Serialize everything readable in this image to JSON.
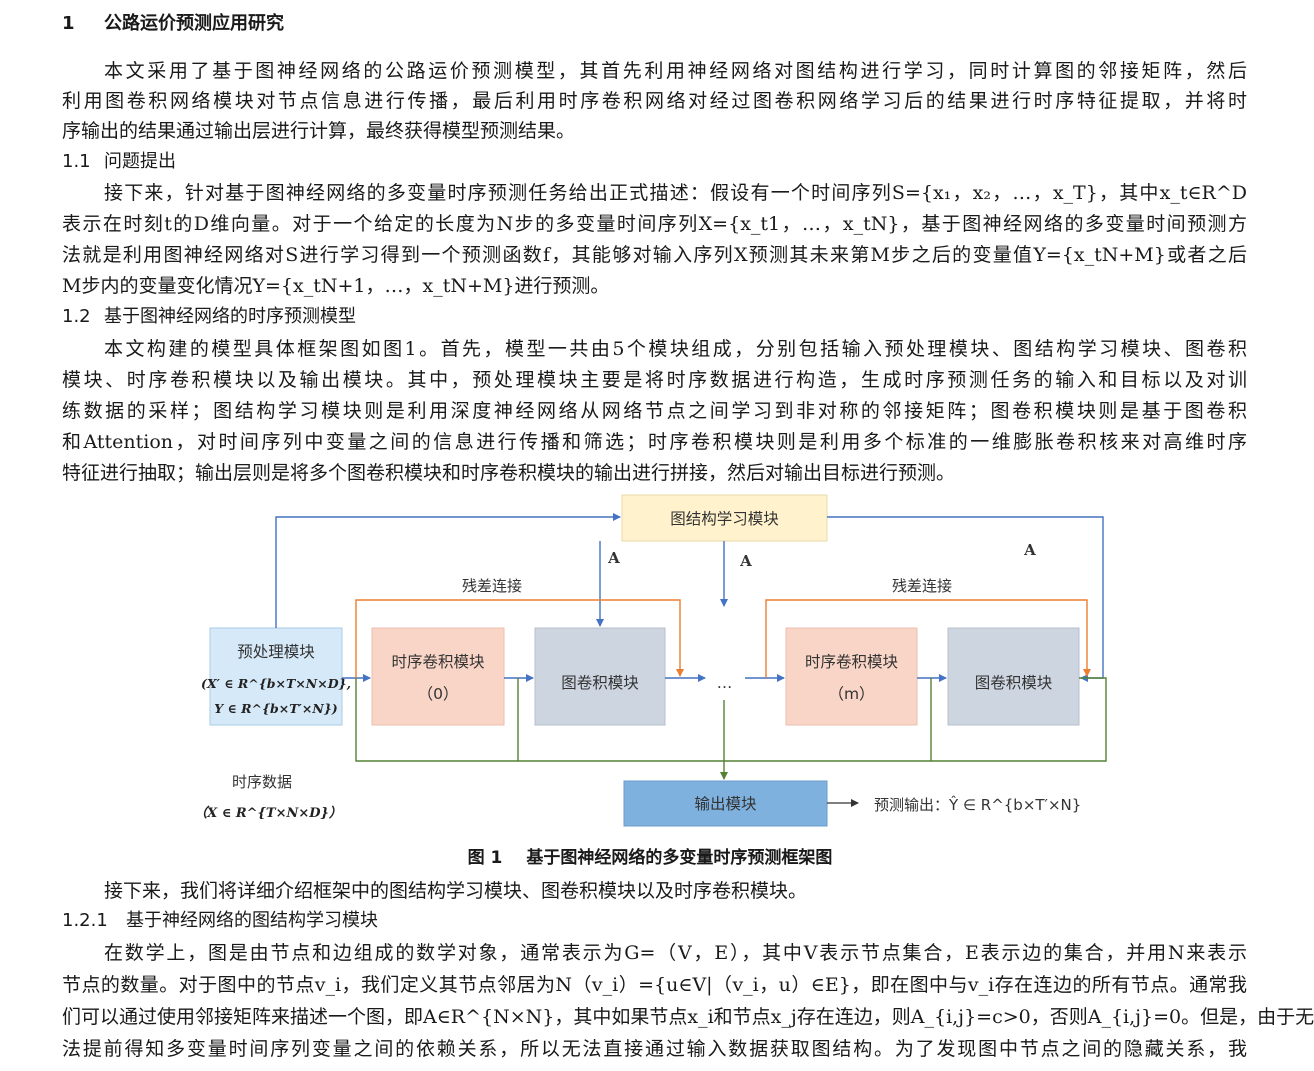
{
  "section1": {
    "num": "1",
    "title": "公路运价预测应用研究"
  },
  "para1": [
    "本文采用了基于图神经网络的公路运价预测模型，其首先利用神经网络对图结构进行学习，同时计算图的邻接矩阵，然后",
    "利用图卷积网络模块对节点信息进行传播，最后利用时序卷积网络对经过图卷积网络学习后的结果进行时序特征提取，并将时",
    "序输出的结果通过输出层进行计算，最终获得模型预测结果。"
  ],
  "section11": {
    "num": "1.1",
    "title": "问题提出"
  },
  "para2": [
    "接下来，针对基于图神经网络的多变量时序预测任务给出正式描述：假设有一个时间序列S={x₁，x₂，…，x_T}，其中x_t∈R^D",
    "表示在时刻t的D维向量。对于一个给定的长度为N步的多变量时间序列X={x_t1，…，x_tN}，基于图神经网络的多变量时间预测方",
    "法就是利用图神经网络对S进行学习得到一个预测函数f，其能够对输入序列X预测其未来第M步之后的变量值Y={x_tN+M}或者之后",
    "M步内的变量变化情况Y={x_tN+1，…，x_tN+M}进行预测。"
  ],
  "section12": {
    "num": "1.2",
    "title": "基于图神经网络的时序预测模型"
  },
  "para3": [
    "本文构建的模型具体框架图如图1。首先，模型一共由5个模块组成，分别包括输入预处理模块、图结构学习模块、图卷积",
    "模块、时序卷积模块以及输出模块。其中，预处理模块主要是将时序数据进行构造，生成时序预测任务的输入和目标以及对训",
    "练数据的采样；图结构学习模块则是利用深度神经网络从网络节点之间学习到非对称的邻接矩阵；图卷积模块则是基于图卷积",
    "和Attention，对时间序列中变量之间的信息进行传播和筛选；时序卷积模块则是利用多个标准的一维膨胀卷积核来对高维时序",
    "特征进行抽取；输出层则是将多个图卷积模块和时序卷积模块的输出进行拼接，然后对输出目标进行预测。"
  ],
  "figure": {
    "graph_learning": "图结构学习模块",
    "preprocess": "预处理模块",
    "preprocess_math1": "(X′ ∈ R^{b×T×N×D},",
    "preprocess_math2": "Y ∈ R^{b×T′×N})",
    "tconv0": "时序卷积模块",
    "tconv0_idx": "（0）",
    "gconv": "图卷积模块",
    "ellipsis": "…",
    "tconvm": "时序卷积模块",
    "tconvm_idx": "（m）",
    "gconv2": "图卷积模块",
    "residual": "残差连接",
    "A": "A",
    "ts_data": "时序数据",
    "ts_math": "（X ∈ R^{T×N×D}）",
    "output": "输出模块",
    "pred": "预测输出：Ŷ ∈ R^{b×T′×N}",
    "colors": {
      "blue_arrow": "#4472c4",
      "orange_arrow": "#ed7d31",
      "green_arrow": "#548235"
    }
  },
  "caption": {
    "label": "图 1",
    "text": "基于图神经网络的多变量时序预测框架图"
  },
  "para4": "接下来，我们将详细介绍框架中的图结构学习模块、图卷积模块以及时序卷积模块。",
  "section121": {
    "num": "1.2.1",
    "title": "基于神经网络的图结构学习模块"
  },
  "para5": [
    "在数学上，图是由节点和边组成的数学对象，通常表示为G=（V，E），其中V表示节点集合，E表示边的集合，并用N来表示",
    "节点的数量。对于图中的节点v_i，我们定义其节点邻居为N（v_i）={u∈V|（v_i，u）∈E}，即在图中与v_i存在连边的所有节点。通常我",
    "们可以通过使用邻接矩阵来描述一个图，即A∈R^{N×N}，其中如果节点x_i和节点x_j存在连边，则A_{i,j}=c>0，否则A_{i,j}=0。但是，由于无",
    "法提前得知多变量时间序列变量之间的依赖关系，所以无法直接通过输入数据获取图结构。为了发现图中节点之间的隐藏关系，我"
  ]
}
